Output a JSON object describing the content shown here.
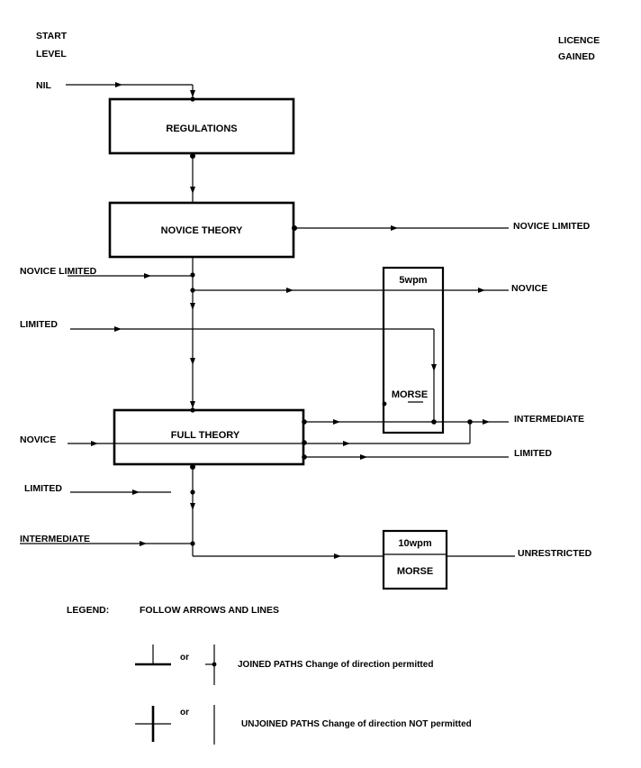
{
  "header": {
    "start_line1": "START",
    "start_line2": "LEVEL",
    "licence_line1": "LICENCE",
    "licence_line2": "GAINED"
  },
  "start_levels": {
    "nil": "NIL",
    "novice_limited": "NOVICE LIMITED",
    "limited_1": "LIMITED",
    "novice": "NOVICE",
    "limited_2": "LIMITED",
    "intermediate": "INTERMEDIATE"
  },
  "boxes": {
    "regulations": "REGULATIONS",
    "novice_theory": "NOVICE THEORY",
    "full_theory": "FULL THEORY",
    "morse5_speed": "5wpm",
    "morse5_label": "MORSE",
    "morse10_speed": "10wpm",
    "morse10_label": "MORSE"
  },
  "licences": {
    "novice_limited": "NOVICE LIMITED",
    "novice": "NOVICE",
    "intermediate": "INTERMEDIATE",
    "limited": "LIMITED",
    "unrestricted": "UNRESTRICTED"
  },
  "legend": {
    "title": "LEGEND:",
    "instruction": "FOLLOW ARROWS AND LINES",
    "or_1": "or",
    "or_2": "or",
    "joined": "JOINED PATHS  Change of direction permitted",
    "unjoined": "UNJOINED PATHS  Change of direction NOT permitted"
  }
}
